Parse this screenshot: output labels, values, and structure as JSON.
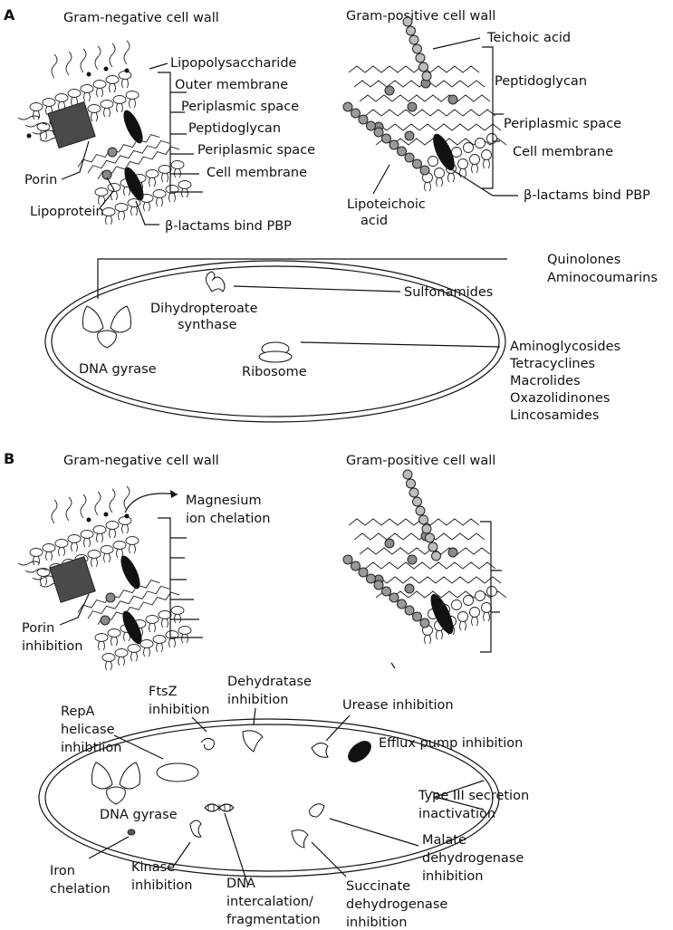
{
  "panel_a": {
    "panel_label": "A",
    "gram_negative": {
      "title": "Gram-negative cell wall",
      "labels": {
        "lipopolysaccharide": "Lipopolysaccharide",
        "outer_membrane": "Outer membrane",
        "periplasmic_space_1": "Periplasmic space",
        "peptidoglycan": "Peptidoglycan",
        "periplasmic_space_2": "Periplasmic space",
        "cell_membrane": "Cell membrane",
        "porin": "Porin",
        "lipoprotein": "Lipoprotein",
        "beta_lactams": "β-lactams bind PBP"
      }
    },
    "gram_positive": {
      "title": "Gram-positive cell wall",
      "labels": {
        "teichoic_acid": "Teichoic acid",
        "peptidoglycan": "Peptidoglycan",
        "periplasmic_space": "Periplasmic space",
        "cell_membrane": "Cell membrane",
        "lipoteichoic_line1": "Lipoteichoic",
        "lipoteichoic_line2": "acid",
        "beta_lactams": "β-lactams bind PBP"
      }
    },
    "cell": {
      "dihydropteroate_line1": "Dihydropteroate",
      "dihydropteroate_line2": "synthase",
      "dna_gyrase": "DNA gyrase",
      "ribosome": "Ribosome"
    },
    "drugs": {
      "quinolones": "Quinolones",
      "aminocoumarins": "Aminocoumarins",
      "sulfonamides": "Sulfonamides",
      "ribosome_drugs": [
        "Aminoglycosides",
        "Tetracyclines",
        "Macrolides",
        "Oxazolidinones",
        "Lincosamides"
      ]
    }
  },
  "panel_b": {
    "panel_label": "B",
    "gram_negative": {
      "title": "Gram-negative cell wall",
      "magnesium_line1": "Magnesium",
      "magnesium_line2": "ion chelation",
      "porin_line1": "Porin",
      "porin_line2": "inhibition"
    },
    "gram_positive": {
      "title": "Gram-positive cell wall"
    },
    "targets": {
      "repa_line1": "RepA",
      "repa_line2": "helicase",
      "repa_line3": "inhibtiion",
      "ftsz_line1": "FtsZ",
      "ftsz_line2": "inhibition",
      "dehydratase_line1": "Dehydratase",
      "dehydratase_line2": "inhibition",
      "urease": "Urease inhibition",
      "efflux": "Efflux pump inhibition",
      "type3_line1": "Type III secretion",
      "type3_line2": "inactivation",
      "dna_gyrase": "DNA gyrase",
      "malate_line1": "Malate",
      "malate_line2": "dehydrogenase",
      "malate_line3": "inhibition",
      "iron_line1": "Iron",
      "iron_line2": "chelation",
      "kinase_line1": "Kinase",
      "kinase_line2": "inhibition",
      "dna_int_line1": "DNA",
      "dna_int_line2": "intercalation/",
      "dna_int_line3": "fragmentation",
      "succinate_line1": "Succinate",
      "succinate_line2": "dehydrogenase",
      "succinate_line3": "inhibition"
    }
  },
  "colors": {
    "porin_fill": "#4a4a4a",
    "pbp_fill": "#111111",
    "chain_bead_fill": "#bdbdbd",
    "lipoteichoic_bead_fill": "#9a9a9a",
    "crosslink_fill": "#8a8a8a"
  }
}
